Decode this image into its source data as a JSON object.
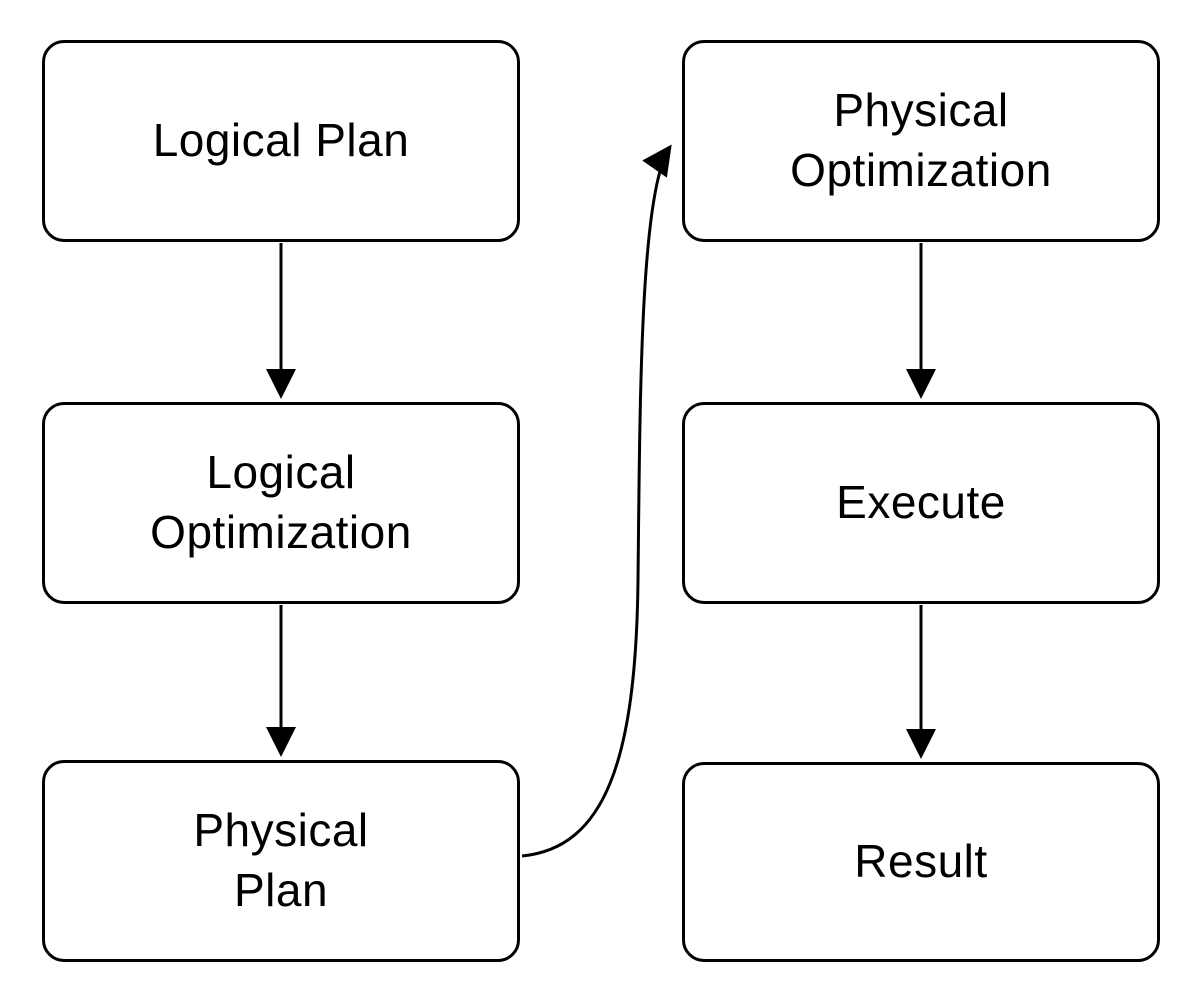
{
  "diagram": {
    "title": "",
    "nodes": [
      {
        "id": "logical-plan",
        "label": "Logical Plan"
      },
      {
        "id": "logical-optimization",
        "label": "Logical\nOptimization"
      },
      {
        "id": "physical-plan",
        "label": "Physical\nPlan"
      },
      {
        "id": "physical-optimization",
        "label": "Physical\nOptimization"
      },
      {
        "id": "execute",
        "label": "Execute"
      },
      {
        "id": "result",
        "label": "Result"
      }
    ],
    "edges": [
      {
        "from": "logical-plan",
        "to": "logical-optimization",
        "style": "straight-down"
      },
      {
        "from": "logical-optimization",
        "to": "physical-plan",
        "style": "straight-down"
      },
      {
        "from": "physical-plan",
        "to": "physical-optimization",
        "style": "curved-up-right"
      },
      {
        "from": "physical-optimization",
        "to": "execute",
        "style": "straight-down"
      },
      {
        "from": "execute",
        "to": "result",
        "style": "straight-down"
      }
    ],
    "colors": {
      "node_fill": "#ffffff",
      "node_stroke": "#000000",
      "edge_stroke": "#000000",
      "text": "#000000"
    }
  }
}
